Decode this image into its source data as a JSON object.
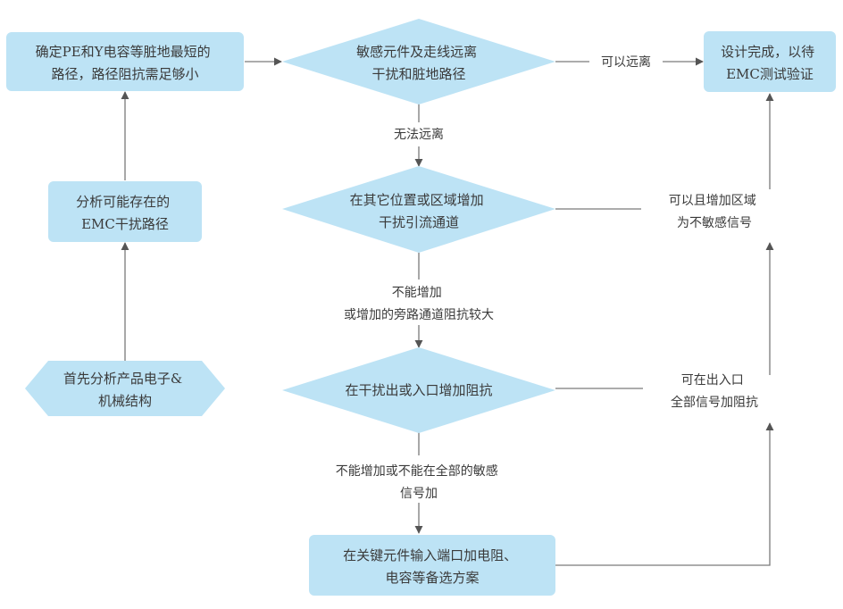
{
  "flowchart": {
    "nodes": {
      "step_shortest_path": {
        "lines": [
          "确定PE和Y电容等脏地最短的",
          "路径，路径阻抗需足够小"
        ]
      },
      "decision_sensitive_away": {
        "lines": [
          "敏感元件及走线远离",
          "干扰和脏地路径"
        ]
      },
      "end_design_complete": {
        "lines": [
          "设计完成，以待",
          "EMC测试验证"
        ]
      },
      "step_analyze_paths": {
        "lines": [
          "分析可能存在的",
          "EMC干扰路径"
        ]
      },
      "decision_add_channel": {
        "lines": [
          "在其它位置或区域增加",
          "干扰引流通道"
        ]
      },
      "start_analyze_structure": {
        "lines": [
          "首先分析产品电子&",
          "机械结构"
        ]
      },
      "decision_add_impedance": {
        "lines": [
          "在干扰出或入口增加阻抗"
        ]
      },
      "step_key_component": {
        "lines": [
          "在关键元件输入端口加电阻、",
          "电容等备选方案"
        ]
      }
    },
    "edge_labels": {
      "can_move_away": {
        "lines": [
          "可以远离"
        ]
      },
      "cannot_move_away": {
        "lines": [
          "无法远离"
        ]
      },
      "can_add_area": {
        "lines": [
          "可以且增加区域",
          "为不敏感信号"
        ]
      },
      "cannot_add": {
        "lines": [
          "不能增加",
          "或增加的旁路通道阻抗较大"
        ]
      },
      "can_add_impedance": {
        "lines": [
          "可在出入口",
          "全部信号加阻抗"
        ]
      },
      "cannot_add_impedance": {
        "lines": [
          "不能增加或不能在全部的敏感",
          "信号加"
        ]
      }
    }
  }
}
